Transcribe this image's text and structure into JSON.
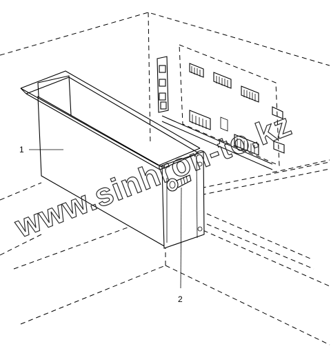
{
  "callouts": [
    {
      "id": "1",
      "label": "1"
    },
    {
      "id": "2",
      "label": "2"
    }
  ],
  "watermark": "www.sinhron-to.kz",
  "colors": {
    "line": "#000000",
    "background": "#ffffff"
  }
}
